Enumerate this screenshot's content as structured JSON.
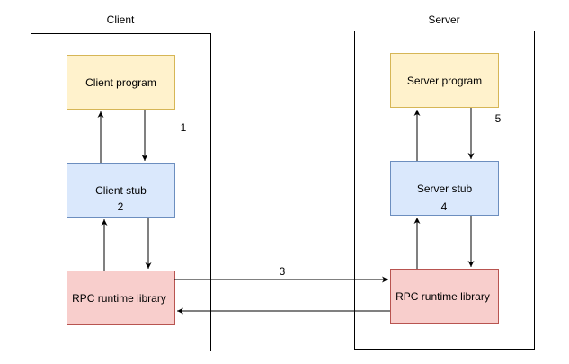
{
  "client": {
    "title": "Client",
    "program": "Client program",
    "stub": "Client stub",
    "runtime": "RPC runtime library"
  },
  "server": {
    "title": "Server",
    "program": "Server program",
    "stub": "Server stub",
    "runtime": "RPC runtime library"
  },
  "steps": {
    "one": "1",
    "two": "2",
    "three": "3",
    "four": "4",
    "five": "5"
  },
  "colors": {
    "program_fill": "#fff2cc",
    "program_stroke": "#d6b656",
    "stub_fill": "#dae8fc",
    "stub_stroke": "#6c8ebf",
    "runtime_fill": "#f8cecc",
    "runtime_stroke": "#b85450",
    "line": "#000000"
  }
}
